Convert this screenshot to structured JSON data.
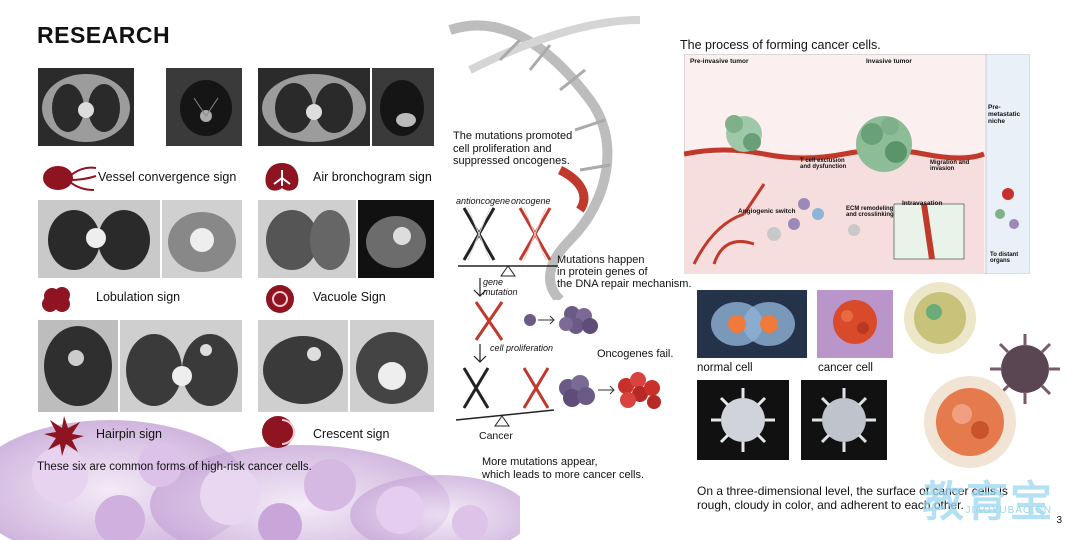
{
  "heading": "RESEARCH",
  "signs": [
    {
      "label": "Vessel convergence sign"
    },
    {
      "label": "Air bronchogram sign"
    },
    {
      "label": "Lobulation sign"
    },
    {
      "label": "Vacuole Sign"
    },
    {
      "label": "Hairpin sign"
    },
    {
      "label": "Crescent sign"
    }
  ],
  "signs_summary": "These six are common forms of high-risk cancer cells.",
  "mutations_note": [
    "The mutations promoted",
    "cell proliferation and",
    "suppressed oncogenes."
  ],
  "diagram": {
    "antioncogene": "antioncogene",
    "oncogene": "oncogene",
    "gene_mutation": [
      "gene",
      "mutation"
    ],
    "cell_proliferation": "cell proliferation",
    "dna_repair_note": [
      "Mutations happen",
      "in protein genes of",
      "the DNA repair mechanism."
    ],
    "oncogenes_fail": "Oncogenes fail.",
    "cancer": "Cancer",
    "more_mutations": [
      "More mutations appear,",
      "which leads to more cancer cells."
    ]
  },
  "process_title": "The process of forming cancer cells.",
  "process_labels": {
    "pre_invasive": "Pre-invasive tumor",
    "invasive": "Invasive tumor",
    "angiogenic_switch": "Angiogenic switch",
    "intravasation": "Intravasation",
    "pre_metastatic": "Pre-metastatic niche",
    "to_distant": "To distant organs",
    "migration": "Migration and invasion",
    "ecm": "ECM remodeling and crosslinking",
    "t_cell": "T cell exclusion and dysfunction"
  },
  "cells": {
    "normal": "normal cell",
    "cancer": "cancer cell"
  },
  "cells_summary": [
    "On a three-dimensional level, the surface of cancer cells is",
    "rough, cloudy in color, and adherent to each other."
  ],
  "watermark": "教育宝",
  "watermark_url": "JIAOYUBAO.CN",
  "page_number": "3",
  "colors": {
    "sign_red": "#8e1422",
    "dna_red": "#c0392b",
    "cell_red": "#c9302c",
    "cell_purple": "#6b5a86",
    "blob": "#d9c3e6"
  }
}
